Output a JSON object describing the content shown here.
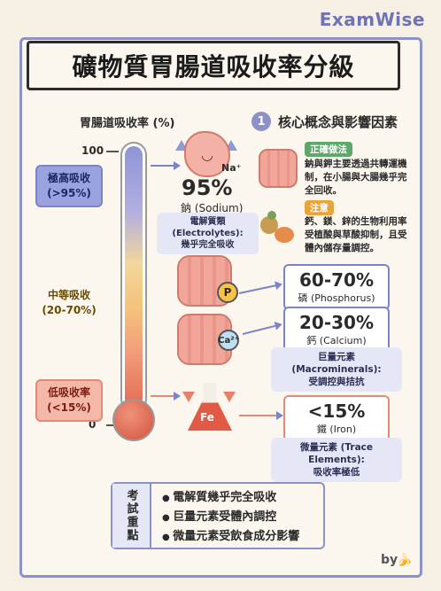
{
  "brand": "ExamWise",
  "title": "礦物質胃腸道吸收率分級",
  "axis": {
    "label": "胃腸道吸收率 (%)",
    "ticks": [
      "100",
      "0"
    ]
  },
  "levels": {
    "high": "極高吸收\n(>95%)",
    "mid": "中等吸收\n(20-70%)",
    "low": "低吸收率\n(<15%)"
  },
  "sodium": {
    "symbol": "Na⁺",
    "pct": "95%",
    "name": "鈉 (Sodium)",
    "note": "電解質類 (Electrolytes):\n幾乎完全吸收"
  },
  "phosphorus": {
    "badge": "P",
    "pct": "60-70%",
    "name": "磷 (Phosphorus)"
  },
  "calcium": {
    "badge": "Ca²⁺",
    "pct": "20-30%",
    "name": "鈣 (Calcium)"
  },
  "macro_note": "巨量元素 (Macrominerals):\n受調控與拮抗",
  "iron": {
    "badge": "Fe",
    "pct": "<15%",
    "name": "鐵 (Iron)"
  },
  "trace_note": "微量元素 (Trace Elements):\n吸收率極低",
  "section": {
    "number": "1",
    "title": "核心概念與影響因素",
    "ok_tag": "正確做法",
    "ok_text": "鈉與鉀主要透過共轉運機制，在小腸與大腸幾乎完全回收。",
    "warn_tag": "注意",
    "warn_text": "鈣、鎂、鋅的生物利用率受植酸與草酸抑制，且受體內儲存量調控。"
  },
  "summary": {
    "head": "考試重點",
    "items": [
      "電解質幾乎完全吸收",
      "巨量元素受體內調控",
      "微量元素受飲食成分影響"
    ]
  },
  "by": "by",
  "colors": {
    "accent": "#8c92c8",
    "high": "#9aa3dd",
    "low": "#e36b55",
    "mid": "#f5c27c"
  }
}
